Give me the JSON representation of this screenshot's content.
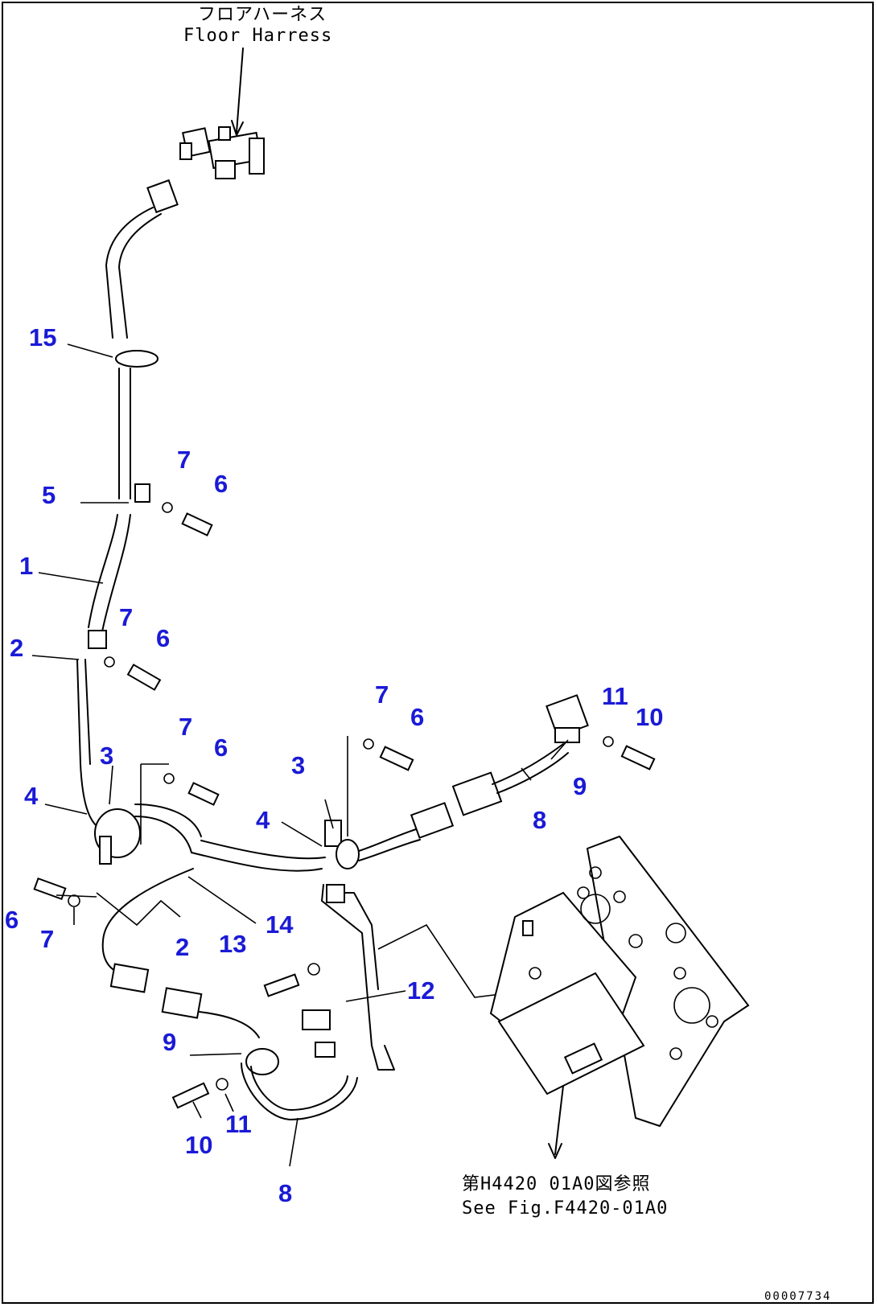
{
  "captions": {
    "floor_harness_jp": "フロアハーネス",
    "floor_harness_en": "Floor Harress",
    "see_fig_jp": "第H4420 01A0図参照",
    "see_fig_en": "See Fig.F4420-01A0"
  },
  "drawing_code": "00007734",
  "callouts": [
    "15",
    "5",
    "7",
    "6",
    "1",
    "7",
    "6",
    "2",
    "3",
    "4",
    "7",
    "6",
    "7",
    "6",
    "3",
    "4",
    "11",
    "10",
    "9",
    "8",
    "6",
    "7",
    "2",
    "13",
    "14",
    "12",
    "9",
    "10",
    "11",
    "8"
  ],
  "colors": {
    "callout": "#1a1ad6",
    "line": "#000000",
    "background": "#ffffff"
  }
}
